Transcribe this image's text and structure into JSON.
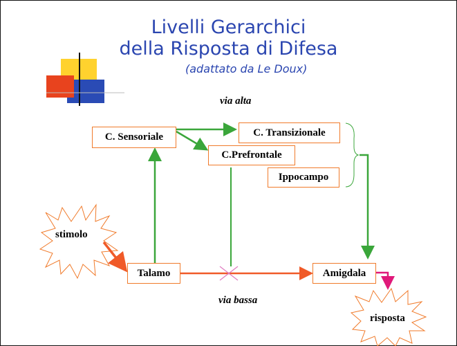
{
  "title": {
    "line1": "Livelli Gerarchici",
    "line2": "della Risposta di Difesa",
    "subtitle": "(adattato da Le Doux)"
  },
  "labels": {
    "high_road": "via alta",
    "low_road": "via bassa"
  },
  "nodes": {
    "sensory_cortex": "C. Sensoriale",
    "transitional_cortex": "C. Transizionale",
    "prefrontal_cortex": "C.Prefrontale",
    "hippocampus": "Ippocampo",
    "stimulus": "stimolo",
    "thalamus": "Talamo",
    "amygdala": "Amigdala",
    "response": "risposta"
  },
  "colors": {
    "title": "#2b46b0",
    "box_border": "#f07a2a",
    "green_arrow": "#3aa63a",
    "orange_arrow": "#f05a28",
    "magenta_arrow": "#e0197a"
  },
  "logo": {
    "icon": "colored-squares-logo"
  }
}
